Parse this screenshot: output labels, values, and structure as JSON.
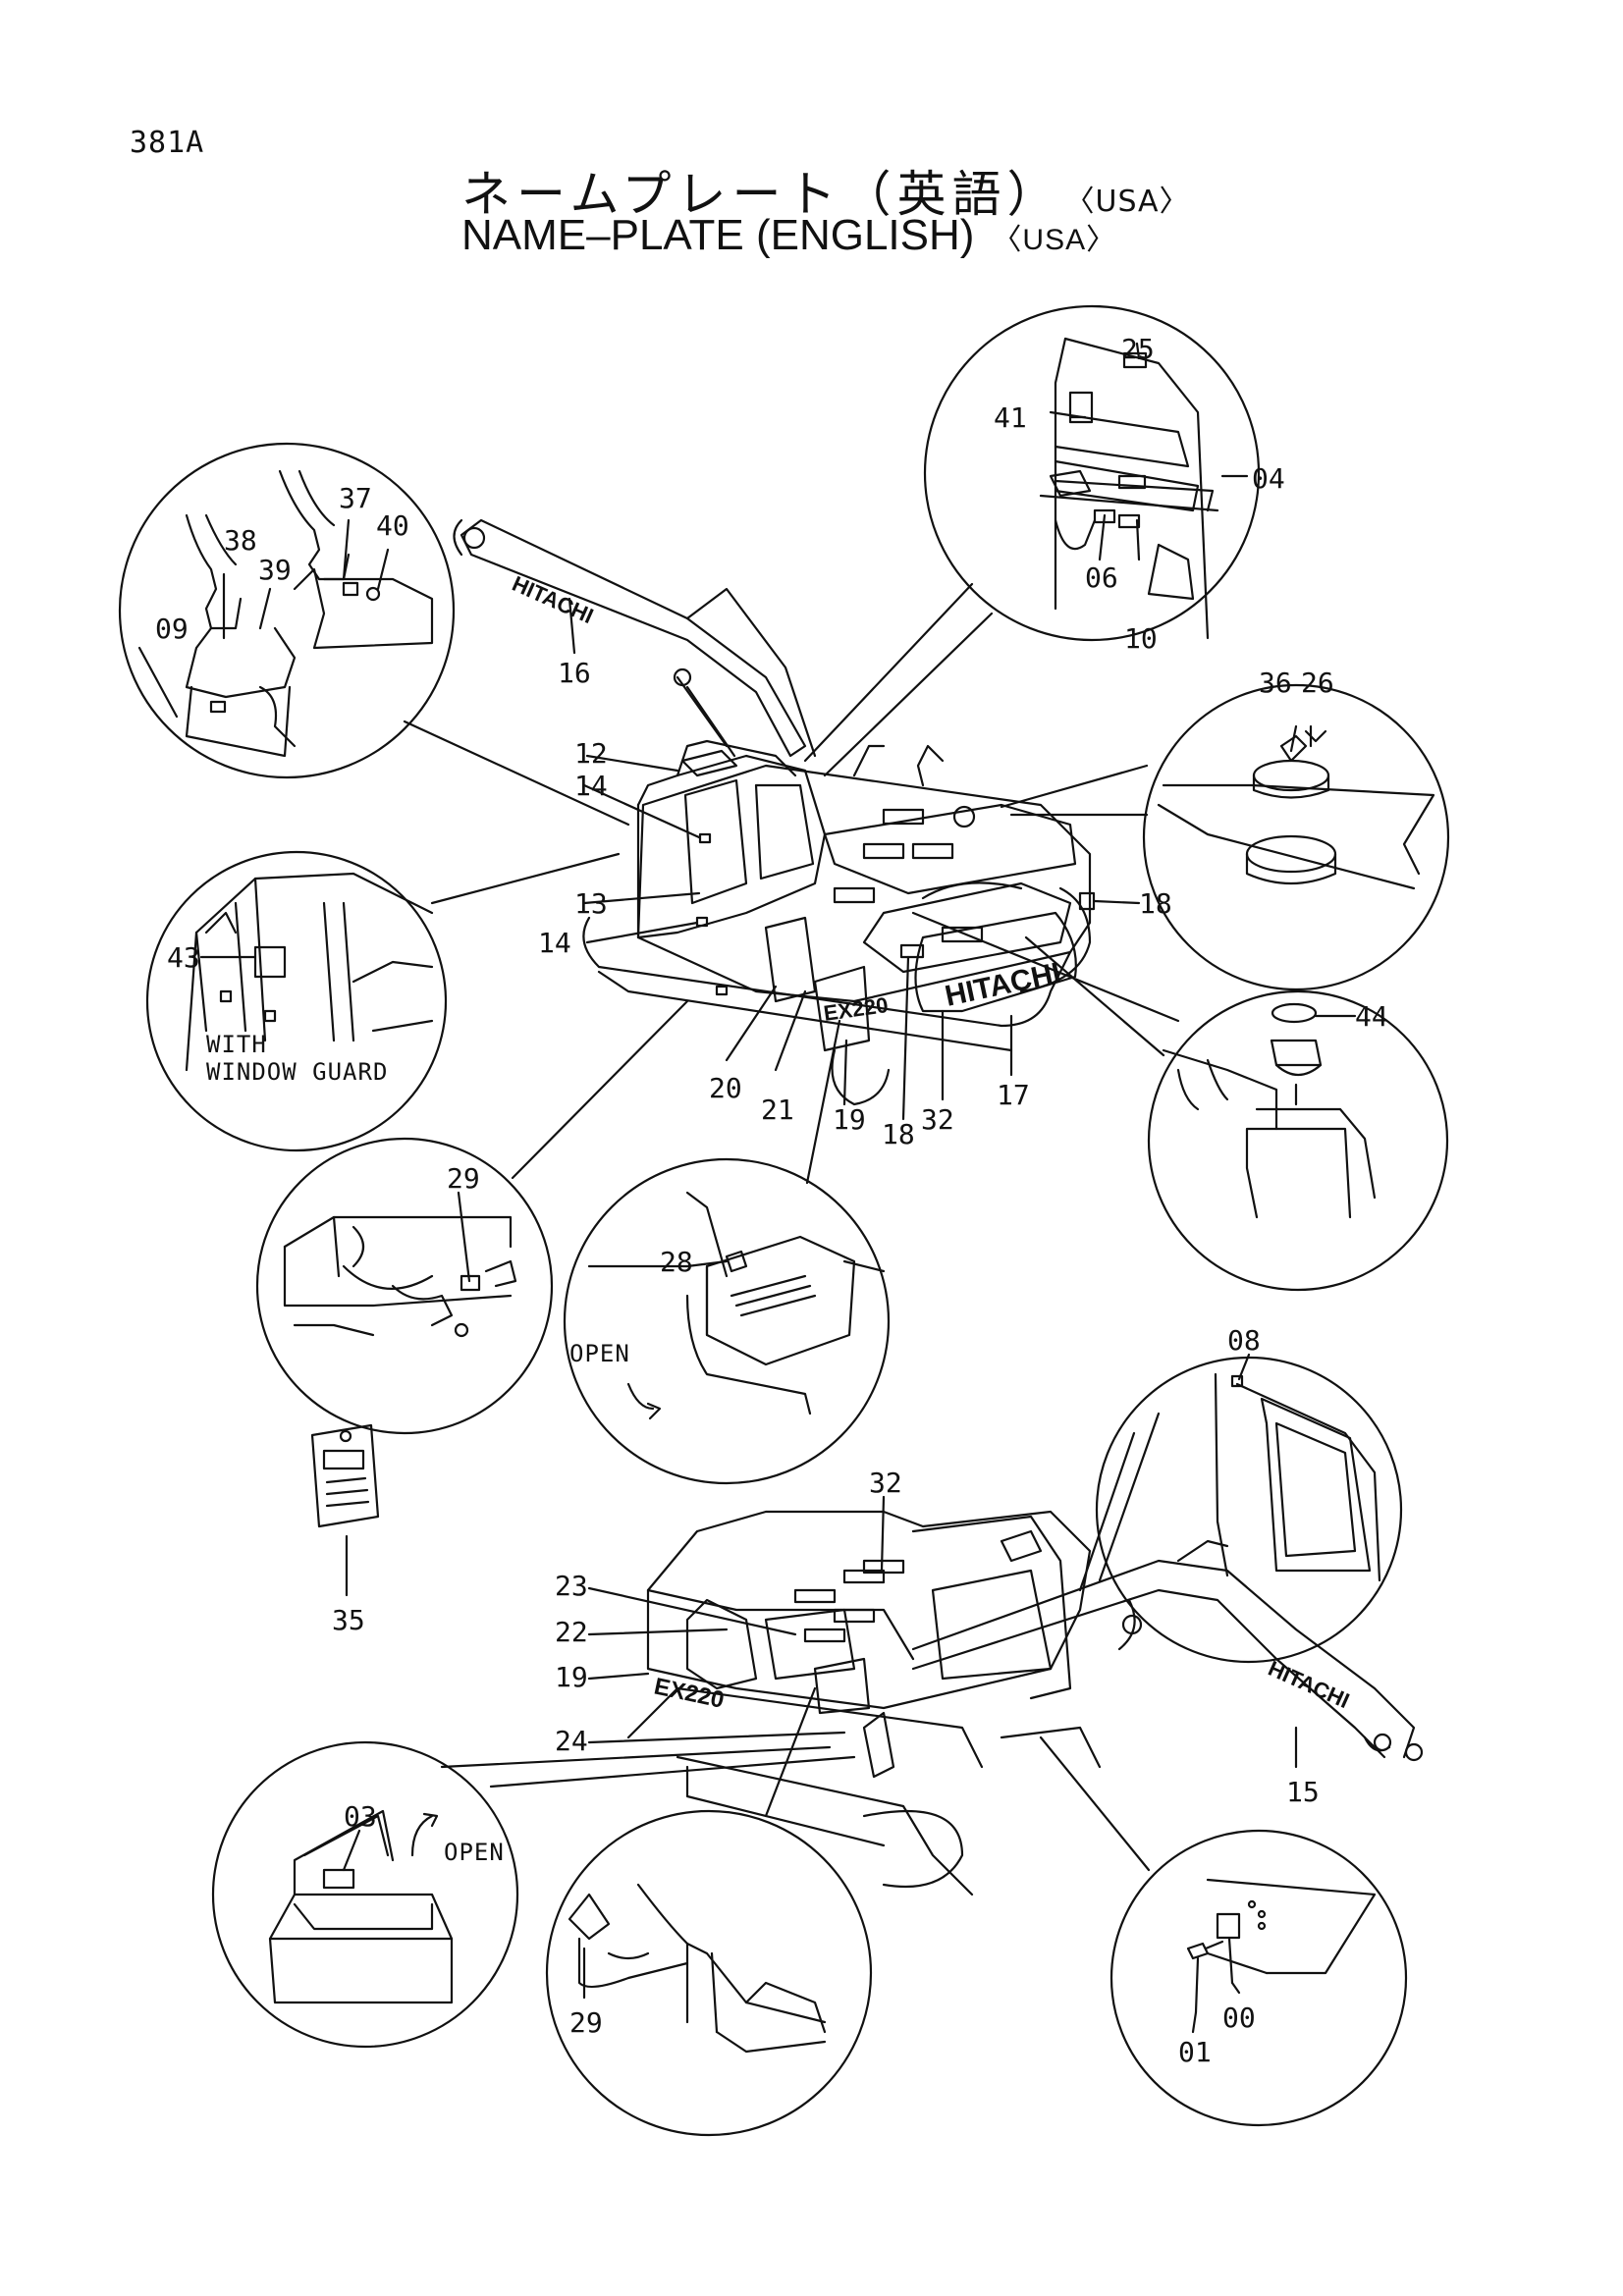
{
  "page_id": "381A",
  "title": {
    "jp": "ネームプレート（英語）",
    "en": "NAME–PLATE (ENGLISH)",
    "region_tag": "〈USA〉"
  },
  "notes": {
    "with": "WITH",
    "window_guard": "WINDOW GUARD",
    "open": "OPEN"
  },
  "brand": {
    "hitachi": "HITACHI",
    "model": "EX220"
  },
  "callouts": {
    "c00": "00",
    "c01": "01",
    "c03": "03",
    "c04": "04",
    "c06": "06",
    "c08": "08",
    "c09": "09",
    "c10": "10",
    "c12": "12",
    "c13": "13",
    "c14": "14",
    "c15": "15",
    "c16": "16",
    "c17": "17",
    "c18": "18",
    "c19": "19",
    "c20": "20",
    "c21": "21",
    "c22": "22",
    "c23": "23",
    "c24": "24",
    "c25": "25",
    "c26": "26",
    "c28": "28",
    "c29": "29",
    "c32": "32",
    "c35": "35",
    "c36": "36",
    "c37": "37",
    "c38": "38",
    "c39": "39",
    "c40": "40",
    "c41": "41",
    "c43": "43",
    "c44": "44"
  }
}
